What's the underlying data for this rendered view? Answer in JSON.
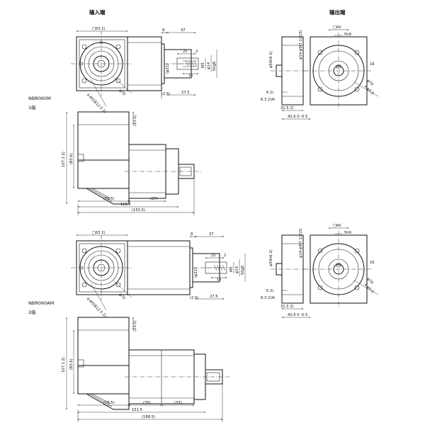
{
  "titles": {
    "input_side": "输入端",
    "output_side": "输出端"
  },
  "models": {
    "stage1_code": "NBR060M",
    "stage1_label": "1级",
    "stage2_code": "NBR060AM",
    "stage2_label": "2级"
  },
  "input_view": {
    "square": "□63 2)",
    "dim_8": "8",
    "dim_37": "37",
    "dim_25": "25",
    "dim_2": "2",
    "dim_15": "15",
    "shaft_dia": "(φ21)",
    "dim_m5": "M5",
    "dim_14": "φ14",
    "dim_50": "50g6",
    "pcd": "φ70",
    "bolt": "4-M5深12.5 2)",
    "dim_2_5": "(2.5)",
    "dim_27_5": "27.5"
  },
  "output_view": {
    "square": "□60",
    "key": "5h9",
    "shaft_tol": "φ14-φ9f7 1)2)3)",
    "flange_dia": "φ50h6 2)",
    "dim_16": "16",
    "pcd": "φ70",
    "bolt": "4-φ5.5",
    "dim_6": "6 2)",
    "dim_6_3": "6.3 2)4)",
    "dim_31_5": "31.5 2)",
    "dim_42_6": "42.6 0 -0.5"
  },
  "side_view_1": {
    "dim_23_5": "(23.5)",
    "dim_107_1": "107.1 2)",
    "dim_83_6": "(83.6)",
    "dim_79_5": "(79.5)",
    "dim_37": "(37)",
    "dim_116_5": "116.5",
    "dim_153_5": "(153.5)"
  },
  "side_view_2": {
    "dim_23_5": "(23.5)",
    "dim_107_1": "107.1 2)",
    "dim_83_6": "(83.6)",
    "dim_79_5": "(79.5)",
    "dim_35": "(35)",
    "dim_37": "(37)",
    "dim_151_5": "151.5",
    "dim_188_5": "(188.5)"
  }
}
